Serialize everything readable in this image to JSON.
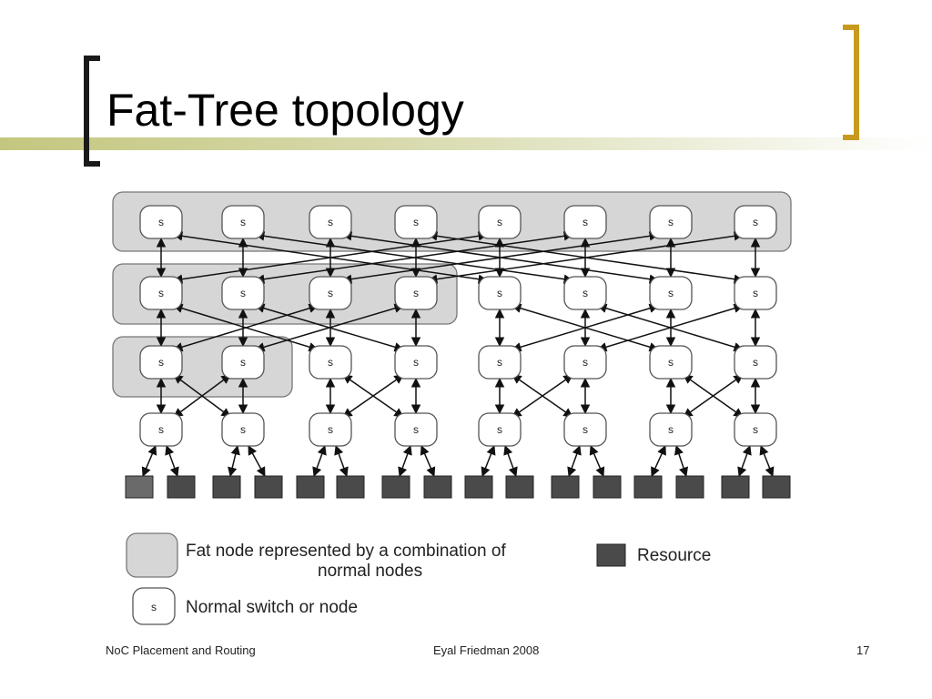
{
  "slide": {
    "title": "Fat-Tree topology",
    "footer_left": "NoC Placement and Routing",
    "footer_center": "Eyal Friedman 2008",
    "page_number": "17"
  },
  "diagram": {
    "node_label": "s",
    "levels": 4,
    "nodes_per_level": 8,
    "resources": 16,
    "legend": {
      "fat_node_line1": "Fat node represented by a combination of",
      "fat_node_line2": "normal nodes",
      "resource": "Resource",
      "normal_node": "Normal switch or node",
      "normal_node_symbol": "s"
    }
  },
  "colors": {
    "accent_gold": "#c79a1d",
    "rule_green": "#c3c77e",
    "fat_node_fill": "#d6d6d6",
    "resource_fill": "#4a4a4a"
  }
}
